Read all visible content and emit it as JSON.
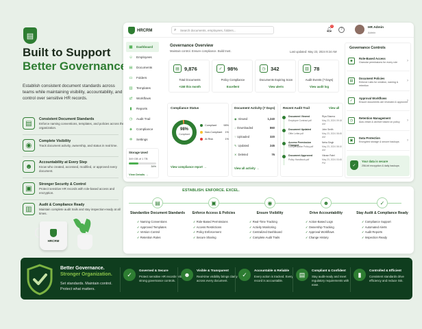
{
  "hero": {
    "title_line1": "Built to Support",
    "title_line2": "Better Governance",
    "description": "Establish consistent document standards across teams while maintaining visibility, accountability, and control over sensitive HR records."
  },
  "features": [
    {
      "icon": "document-check-icon",
      "glyph": "▤",
      "title": "Consistent Document Standards",
      "desc": "Enforce naming conventions, templates, and policies across the organization."
    },
    {
      "icon": "eye-icon",
      "glyph": "◉",
      "title": "Complete Visibility",
      "desc": "Track document activity, ownership, and status in real time."
    },
    {
      "icon": "users-icon",
      "glyph": "☻",
      "title": "Accountability at Every Step",
      "desc": "Know who created, accessed, modified, or approved every document."
    },
    {
      "icon": "lock-icon",
      "glyph": "▣",
      "title": "Stronger Security & Control",
      "desc": "Protect sensitive HR records with role-based access and encryption."
    },
    {
      "icon": "clipboard-icon",
      "glyph": "▥",
      "title": "Audit & Compliance Ready",
      "desc": "Maintain complete audit trails and stay inspection-ready at all times."
    }
  ],
  "mug_label": "HRCRM",
  "app": {
    "brand": "HRCRM",
    "search_placeholder": "Search documents, employees, folders...",
    "notif_count": "3",
    "help": "?",
    "user_name": "HR Admin",
    "user_role": "Admin"
  },
  "nav": [
    {
      "label": "Dashboard",
      "glyph": "▦",
      "icon": "dashboard-icon"
    },
    {
      "label": "Employees",
      "glyph": "☺",
      "icon": "employees-icon"
    },
    {
      "label": "Documents",
      "glyph": "▤",
      "icon": "documents-icon"
    },
    {
      "label": "Folders",
      "glyph": "▭",
      "icon": "folder-icon"
    },
    {
      "label": "Templates",
      "glyph": "▥",
      "icon": "templates-icon"
    },
    {
      "label": "Workflows",
      "glyph": "⇄",
      "icon": "workflow-icon"
    },
    {
      "label": "Reports",
      "glyph": "▮",
      "icon": "reports-icon"
    },
    {
      "label": "Audit Trail",
      "glyph": "◷",
      "icon": "audit-icon"
    },
    {
      "label": "Compliance",
      "glyph": "◈",
      "icon": "compliance-icon"
    },
    {
      "label": "Settings",
      "glyph": "✲",
      "icon": "settings-icon"
    }
  ],
  "storage": {
    "label": "Storage Used",
    "value": "349 GB of 1 TB",
    "percent_text": "34%",
    "fraction": 0.34,
    "link": "View Details →"
  },
  "overview": {
    "title": "Governance Overview",
    "subtitle": "Maintain control. Ensure compliance. Build trust.",
    "updated": "Last updated: May 23, 2024 9:24 AM"
  },
  "kpis": [
    {
      "icon": "document-icon",
      "glyph": "▤",
      "value": "9,876",
      "label": "Total Documents",
      "delta": "+158 this month"
    },
    {
      "icon": "shield-check-icon",
      "glyph": "✓",
      "value": "98%",
      "label": "Policy Compliance",
      "delta": "Excellent"
    },
    {
      "icon": "clock-icon",
      "glyph": "◷",
      "value": "342",
      "label": "Documents Expiring Soon",
      "delta": "View alerts"
    },
    {
      "icon": "audit-clipboard-icon",
      "glyph": "▥",
      "value": "78",
      "label": "Audit Events (7 Days)",
      "delta": "View audit log"
    }
  ],
  "compliance": {
    "title": "Compliance Status",
    "center_value": "98%",
    "center_label": "Compliant",
    "legend": [
      {
        "label": "Compliant",
        "value": "98%",
        "color": "#2e7d32",
        "fraction": 0.98
      },
      {
        "label": "Non-Compliant",
        "value": "1%",
        "color": "#fbc02d",
        "fraction": 0.01
      },
      {
        "label": "At Risk",
        "value": "1%",
        "color": "#e53935",
        "fraction": 0.01
      }
    ],
    "link": "View compliance report →"
  },
  "activity": {
    "title": "Document Activity (7 Days)",
    "rows": [
      {
        "icon": "eye-icon",
        "glyph": "◉",
        "label": "Viewed",
        "value": "1,240",
        "n": 1240
      },
      {
        "icon": "download-icon",
        "glyph": "↓",
        "label": "Downloaded",
        "value": "860",
        "n": 860
      },
      {
        "icon": "upload-icon",
        "glyph": "↑",
        "label": "Uploaded",
        "value": "320",
        "n": 320
      },
      {
        "icon": "edit-icon",
        "glyph": "✎",
        "label": "Updated",
        "value": "245",
        "n": 245
      },
      {
        "icon": "trash-icon",
        "glyph": "✕",
        "label": "Deleted",
        "value": "76",
        "n": 76
      }
    ],
    "link": "View all activity →"
  },
  "audit": {
    "title": "Recent Audit Trail",
    "view_all": "View all",
    "rows": [
      {
        "title": "Document Viewed",
        "sub": "Employee Contract.pdf",
        "user": "Riya Sharma",
        "when": "May 23, 2024 09:18 AM"
      },
      {
        "title": "Document Updated",
        "sub": "Offer Letter.pdf",
        "user": "John Smith",
        "when": "May 23, 2024 08:45 AM"
      },
      {
        "title": "Access Permission Changed",
        "sub": "Compensation Policy.pdf",
        "user": "Neha Singh",
        "when": "May 23, 2024 08:10 AM"
      },
      {
        "title": "Document Approved",
        "sub": "Policy Handbook.pdf",
        "user": "Vikram Patel",
        "when": "May 23, 2024 03:45 PM"
      }
    ]
  },
  "controls": {
    "title": "Governance Controls",
    "items": [
      {
        "icon": "role-icon",
        "glyph": "☻",
        "title": "Role-Based Access",
        "desc": "Granular permissions for every role"
      },
      {
        "icon": "policy-icon",
        "glyph": "▤",
        "title": "Document Policies",
        "desc": "Enforce rules for creation, naming & retention"
      },
      {
        "icon": "workflow-check-icon",
        "glyph": "✓",
        "title": "Approval Workflows",
        "desc": "Ensure documents are reviewed & approved"
      },
      {
        "icon": "retention-icon",
        "glyph": "◷",
        "title": "Retention Management",
        "desc": "Auto-retain & archive based on policy"
      },
      {
        "icon": "data-protect-icon",
        "glyph": "▣",
        "title": "Data Protection",
        "desc": "Encrypted storage & secure backups"
      }
    ],
    "secure_title": "Your data is secure",
    "secure_desc": "256-bit encryption & daily backups"
  },
  "process": {
    "title": "ESTABLISH. ENFORCE. EXCEL.",
    "steps": [
      {
        "icon": "doc-standard-icon",
        "glyph": "▤",
        "title": "Standardize Document Standards",
        "items": [
          "Naming Conventions",
          "Approved Templates",
          "Version Control",
          "Retention Rules"
        ]
      },
      {
        "icon": "lock-icon",
        "glyph": "▣",
        "title": "Enforce Access & Policies",
        "items": [
          "Role-Based Permissions",
          "Access Restrictions",
          "Policy Enforcement",
          "Secure Sharing"
        ]
      },
      {
        "icon": "eye-icon",
        "glyph": "◉",
        "title": "Ensure Visibility",
        "items": [
          "Real-Time Tracking",
          "Activity Monitoring",
          "Centralized Dashboard",
          "Complete Audit Trails"
        ]
      },
      {
        "icon": "accountability-icon",
        "glyph": "☻",
        "title": "Drive Accountability",
        "items": [
          "Action-Based Logs",
          "Ownership Tracking",
          "Approval Workflows",
          "Change History"
        ]
      },
      {
        "icon": "compliance-ready-icon",
        "glyph": "✓",
        "title": "Stay Audit & Compliance Ready",
        "items": [
          "Compliance Support",
          "Automated Alerts",
          "Audit Reports",
          "Inspection Ready"
        ]
      }
    ]
  },
  "footer": {
    "line1": "Better Governance.",
    "line2": "Stronger Organization.",
    "tagline": "Set standards. Maintain control. Protect what matters.",
    "cols": [
      {
        "icon": "shield-check-icon",
        "glyph": "✓",
        "title": "Governed & Secure",
        "desc": "Protect sensitive HR records with strong governance controls."
      },
      {
        "icon": "team-icon",
        "glyph": "☻",
        "title": "Visible & Transparent",
        "desc": "Real-time visibility brings clarity across every document."
      },
      {
        "icon": "accountable-icon",
        "glyph": "✓",
        "title": "Accountable & Reliable",
        "desc": "Every action is tracked. Every record is accountable."
      },
      {
        "icon": "compliance-icon",
        "glyph": "▤",
        "title": "Compliant & Confident",
        "desc": "Stay audit-ready and meet regulatory requirements with ease."
      },
      {
        "icon": "efficiency-icon",
        "glyph": "▮",
        "title": "Controlled & Efficient",
        "desc": "Consistent standards drive efficiency and reduce risk."
      }
    ]
  },
  "colors": {
    "brand": "#2e7d32",
    "accent": "#8bc34a",
    "footer_bg": "#0f3d1e"
  }
}
